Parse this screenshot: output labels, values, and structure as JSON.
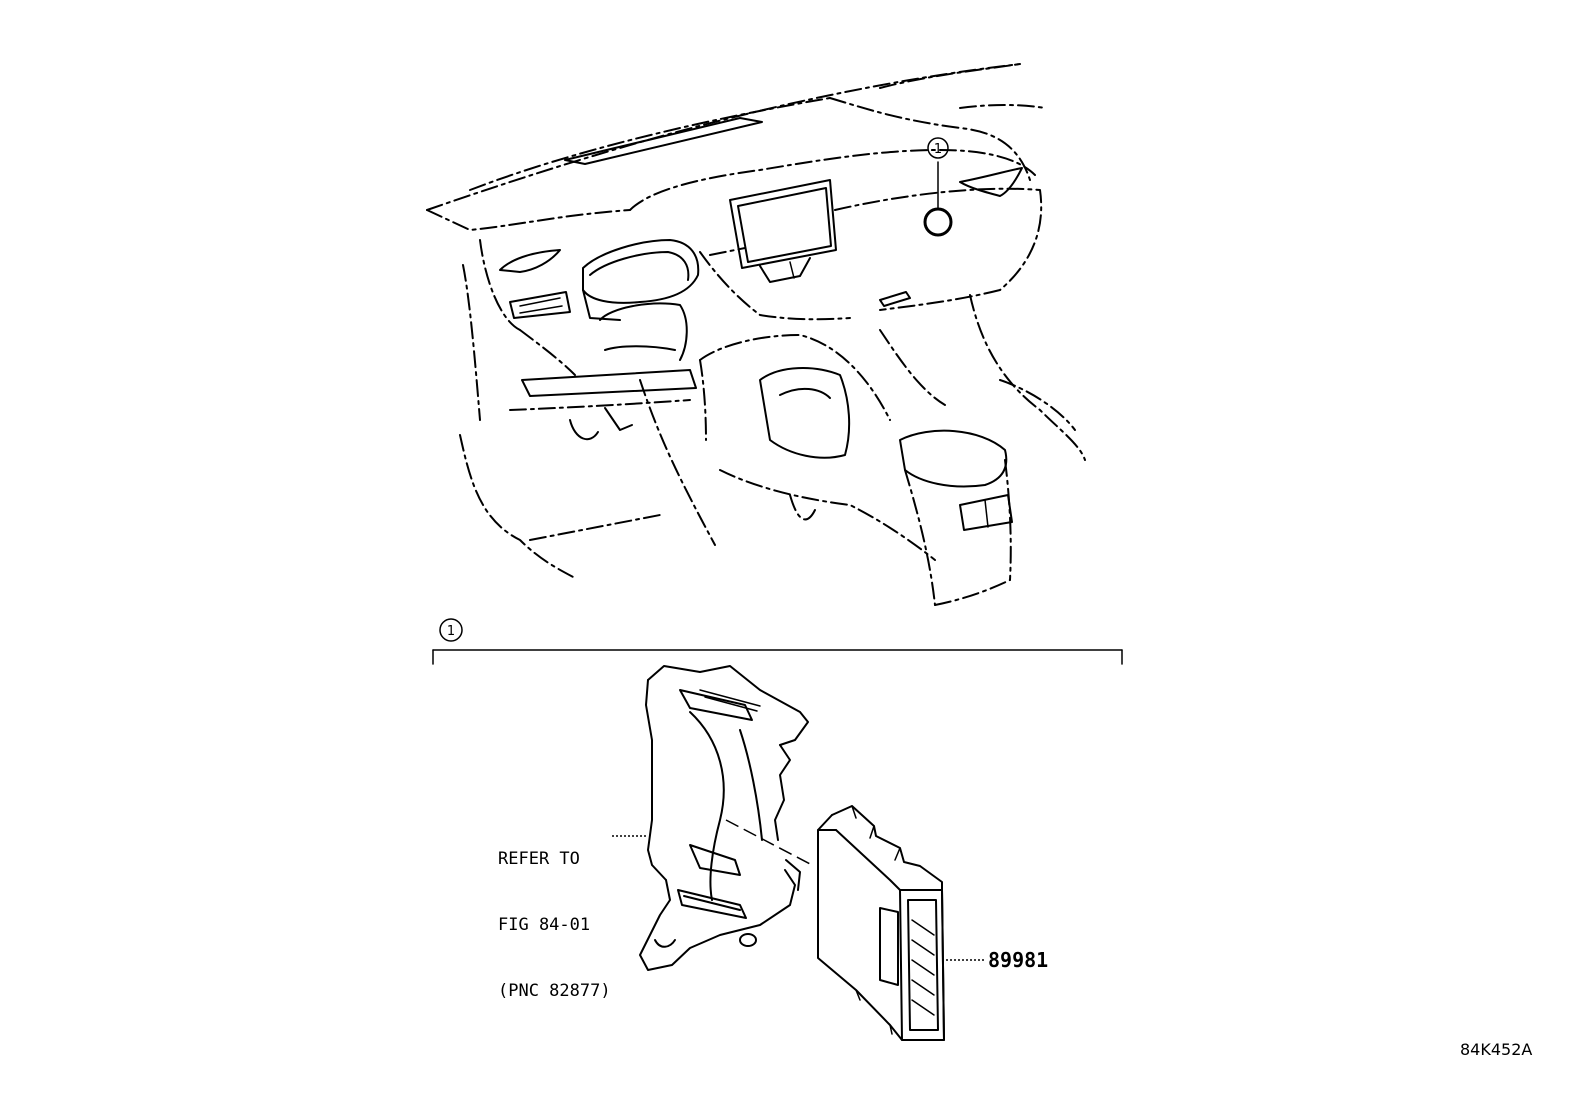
{
  "callout": {
    "symbol": "1",
    "group_symbol": "1"
  },
  "reference_note": {
    "line1": "REFER TO",
    "line2": "FIG 84-01",
    "line3": "(PNC 82877)"
  },
  "part_number": "89981",
  "figure_id": "84K452A"
}
